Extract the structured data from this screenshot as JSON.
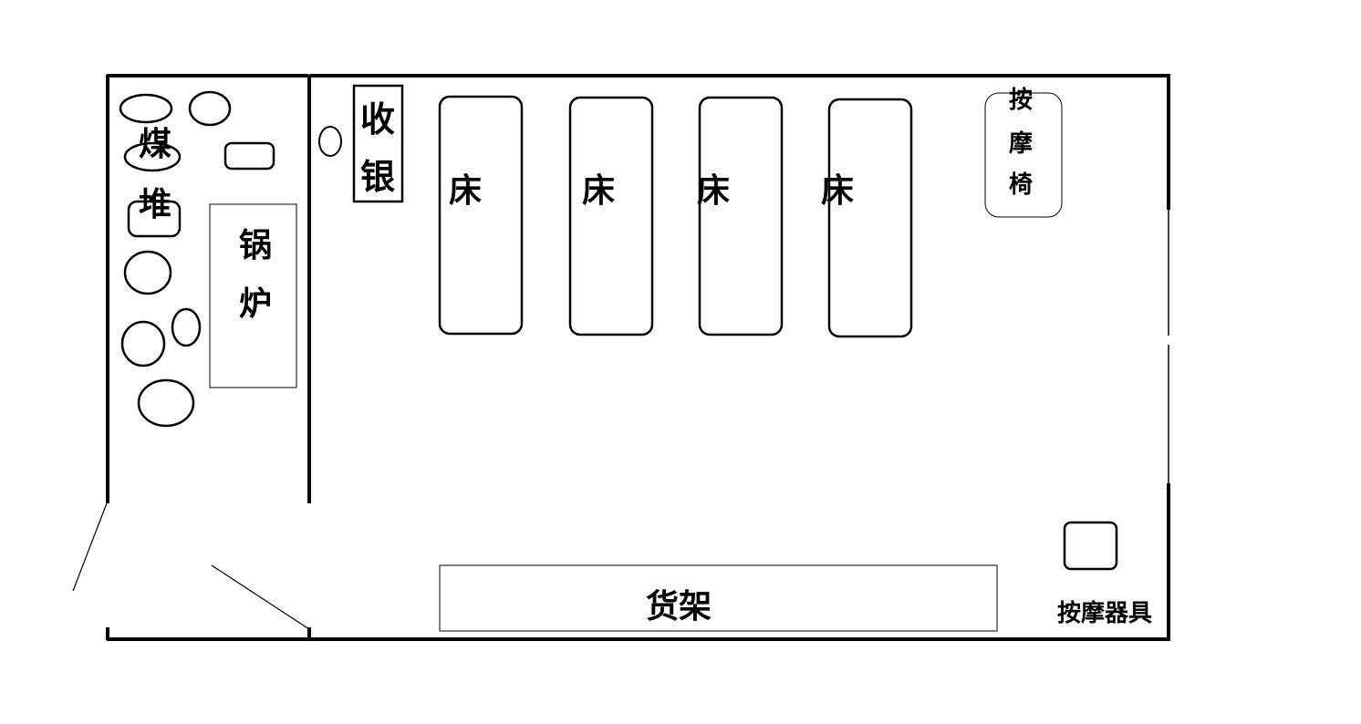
{
  "labels": {
    "coal_pile": [
      "煤",
      "堆"
    ],
    "boiler": [
      "锅",
      "炉"
    ],
    "cashier": [
      "收",
      "银"
    ],
    "beds": [
      "床",
      "床",
      "床",
      "床"
    ],
    "massage_chair": [
      "按",
      "摩",
      "椅"
    ],
    "shelf": "货架",
    "massage_equipment": "按摩器具"
  },
  "colors": {
    "line": "#000000",
    "background": "#ffffff"
  }
}
